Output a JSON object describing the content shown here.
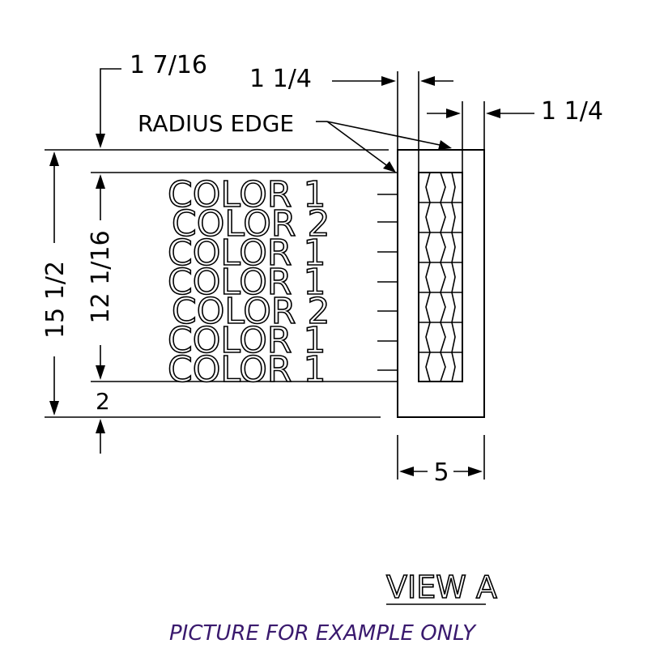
{
  "dimensions": {
    "top_offset": "1  7/16",
    "inner_width": "1  1/4",
    "frame_width": "1  1/4",
    "overall_height": "15  1/2",
    "inner_height": "12  1/16",
    "bottom_offset": "2",
    "overall_width": "5"
  },
  "callout": "RADIUS EDGE",
  "color_bands": [
    "COLOR  1",
    "COLOR  2",
    "COLOR  1",
    "COLOR  1",
    "COLOR  2",
    "COLOR  1",
    "COLOR  1"
  ],
  "view_label": "VIEW  A",
  "footnote": "PICTURE FOR EXAMPLE ONLY",
  "colors": {
    "line": "#000000",
    "footnote": "#3a1a6e"
  }
}
